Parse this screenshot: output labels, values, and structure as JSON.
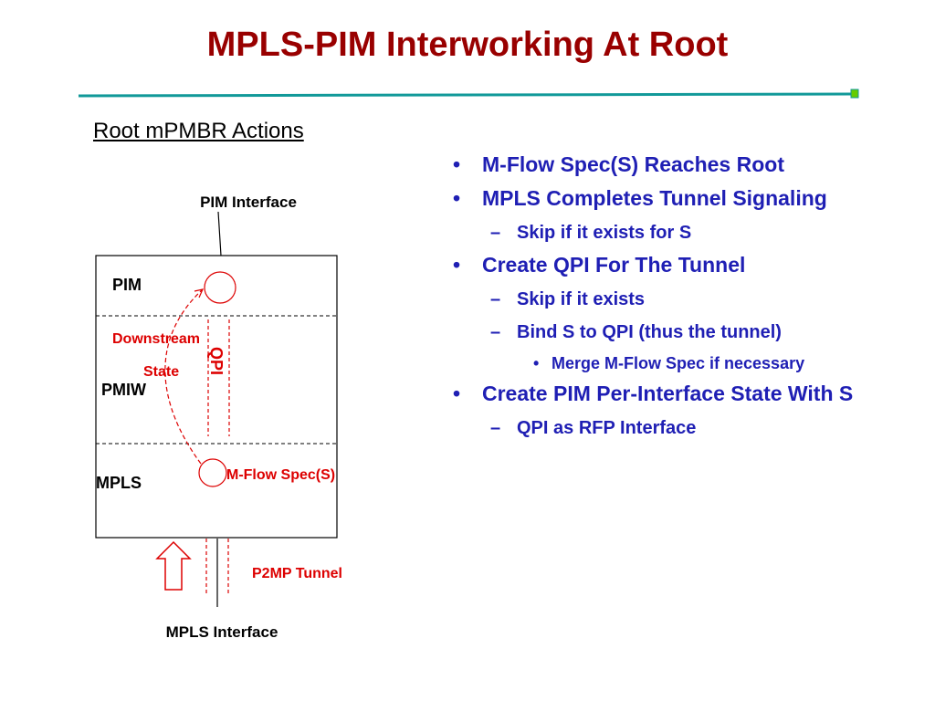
{
  "slide": {
    "title": "MPLS-PIM Interworking At Root",
    "subtitle": "Root mPMBR Actions",
    "colors": {
      "title": "#990000",
      "rule": "#119999",
      "rule_end": "#66cc00",
      "bullet_text": "#1f1fb4",
      "diagram_red": "#dd0000"
    }
  },
  "diagram": {
    "pim_interface": "PIM Interface",
    "mpls_interface": "MPLS Interface",
    "layer_pim": "PIM",
    "layer_pmiw": "PMIW",
    "layer_mpls": "MPLS",
    "downstream": "Downstream",
    "state": "State",
    "qpi": "QPI",
    "mflow_spec": "M-Flow Spec(S)",
    "p2mp_tunnel": "P2MP Tunnel",
    "arrow_icon": "up-arrow-icon"
  },
  "bullets": [
    {
      "level": 1,
      "text": "M-Flow Spec(S) Reaches Root"
    },
    {
      "level": 1,
      "text": "MPLS Completes Tunnel Signaling"
    },
    {
      "level": 2,
      "text": "Skip if it exists for S"
    },
    {
      "level": 1,
      "text": "Create QPI For The Tunnel"
    },
    {
      "level": 2,
      "text": "Skip if it exists"
    },
    {
      "level": 2,
      "text": "Bind S to QPI (thus the tunnel)"
    },
    {
      "level": 3,
      "text": "Merge M-Flow Spec if necessary"
    },
    {
      "level": 1,
      "text": "Create PIM Per-Interface State With S"
    },
    {
      "level": 2,
      "text": "QPI as RFP Interface"
    }
  ]
}
